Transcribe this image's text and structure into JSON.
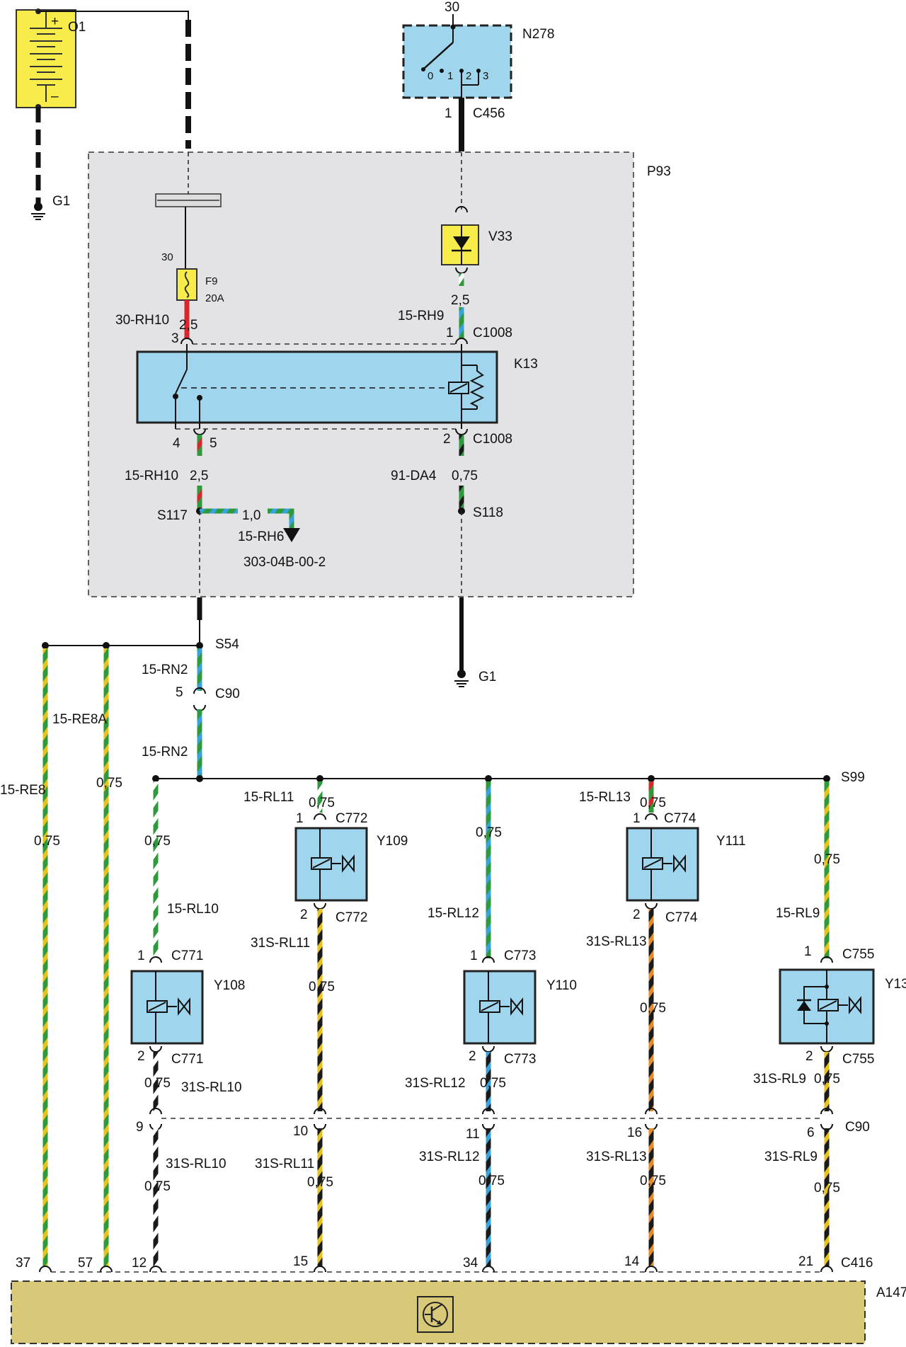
{
  "battery": {
    "id": "O1",
    "plus": "+",
    "minus": "–"
  },
  "grounds": {
    "g_top": "G1",
    "g_mid": "G1"
  },
  "switch": {
    "id": "N278",
    "term_in": "30",
    "pos0": "0",
    "pos1": "1",
    "pos2": "2",
    "pos3": "3",
    "pin": "1",
    "connector": "C456"
  },
  "module": {
    "id": "P93"
  },
  "fuse": {
    "id": "F9",
    "rating": "20A",
    "term": "30"
  },
  "diode": {
    "id": "V33"
  },
  "relay": {
    "id": "K13",
    "pin3": "3",
    "pin1": "1",
    "pin4": "4",
    "pin5": "5",
    "pin2": "2",
    "conn_top": "C1008",
    "conn_bottom": "C1008"
  },
  "wires": {
    "w30_rh10": "30-RH10",
    "w30_rh10_size": "2,5",
    "w15_rh9": "15-RH9",
    "w15_rh9_size": "2,5",
    "w15_rh10": "15-RH10",
    "w15_rh10_size": "2,5",
    "w91_da4": "91-DA4",
    "w91_da4_size": "0,75",
    "w15_rh6": "15-RH6",
    "w15_rh6_size": "1,0",
    "ref": "303-04B-00-2",
    "w15_rn2_a": "15-RN2",
    "w15_rn2_b": "15-RN2",
    "w15_re8a": "15-RE8A",
    "w15_re8a_size": "0,75",
    "w15_re8": "15-RE8",
    "w15_re8_size": "0,75",
    "w15_rl10": "15-RL10",
    "w15_rl10_size": "0,75",
    "w15_rl11": "15-RL11",
    "w15_rl11_size": "0,75",
    "w15_rl12": "15-RL12",
    "w15_rl12_size": "0,75",
    "w15_rl13": "15-RL13",
    "w15_rl13_size": "0,75",
    "w15_rl9": "15-RL9",
    "w15_rl9_size": "0,75",
    "w31s_rl10_a": "31S-RL10",
    "w31s_rl10_a_size": "0,75",
    "w31s_rl10_b": "31S-RL10",
    "w31s_rl10_b_size": "0,75",
    "w31s_rl11_a": "31S-RL11",
    "w31s_rl11_a_size": "0,75",
    "w31s_rl11_b": "31S-RL11",
    "w31s_rl11_b_size": "0,75",
    "w31s_rl12_a": "31S-RL12",
    "w31s_rl12_a_size": "0,75",
    "w31s_rl12_b": "31S-RL12",
    "w31s_rl12_b_size": "0,75",
    "w31s_rl13_a": "31S-RL13",
    "w31s_rl13_a_size": "0,75",
    "w31s_rl13_b": "31S-RL13",
    "w31s_rl13_b_size": "0,75",
    "w31s_rl9_a": "31S-RL9",
    "w31s_rl9_a_size": "0,75",
    "w31s_rl9_b": "31S-RL9",
    "w31s_rl9_b_size": "0,75"
  },
  "splices": {
    "s117": "S117",
    "s118": "S118",
    "s54": "S54",
    "s99": "S99"
  },
  "c90": {
    "id": "C90",
    "id2": "C90",
    "pin5": "5",
    "pin9": "9",
    "pin10": "10",
    "pin11": "11",
    "pin16": "16",
    "pin6": "6"
  },
  "valves": {
    "y108": {
      "id": "Y108",
      "conn": "C771",
      "conn2": "C771",
      "p1": "1",
      "p2": "2"
    },
    "y109": {
      "id": "Y109",
      "conn": "C772",
      "conn2": "C772",
      "p1": "1",
      "p2": "2"
    },
    "y110": {
      "id": "Y110",
      "conn": "C773",
      "conn2": "C773",
      "p1": "1",
      "p2": "2"
    },
    "y111": {
      "id": "Y111",
      "conn": "C774",
      "conn2": "C774",
      "p1": "1",
      "p2": "2"
    },
    "y13": {
      "id": "Y13",
      "conn": "C755",
      "conn2": "C755",
      "p1": "1",
      "p2": "2"
    }
  },
  "ecu": {
    "id": "A147",
    "conn": "C416",
    "p37": "37",
    "p57": "57",
    "p12": "12",
    "p15": "15",
    "p34": "34",
    "p14": "14",
    "p21": "21"
  },
  "colors": {
    "module_bg": "#e3e3e5",
    "component_blue": "#9fd6ee",
    "yellow": "#f7ec4a",
    "ecu_bg": "#d7c977",
    "green": "#2e9a3c",
    "blue": "#36a3dc",
    "yellow_stripe": "#e7c21c",
    "red": "#d8262c",
    "orange": "#e58a2a",
    "black": "#1a1a1a"
  }
}
